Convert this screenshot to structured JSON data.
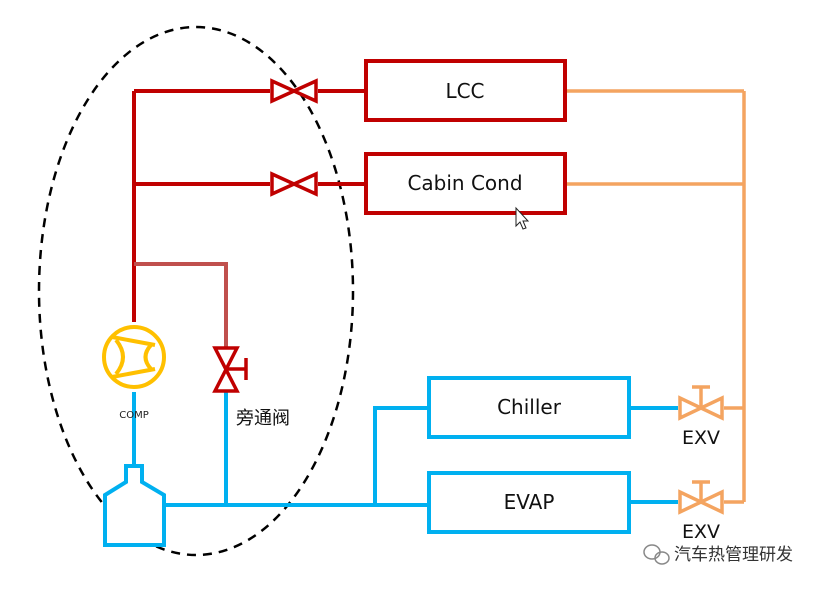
{
  "labels": {
    "lcc": "LCC",
    "cabin_cond": "Cabin Cond",
    "chiller": "Chiller",
    "evap": "EVAP",
    "comp": "COMP",
    "bypass_valve": "旁通阀",
    "exv_top": "EXV",
    "exv_bottom": "EXV",
    "watermark": "汽车热管理研发"
  },
  "icons": {
    "compressor": "compressor-icon",
    "accumulator": "accumulator-icon",
    "valve": "two-way-valve-icon",
    "bypass": "bypass-valve-icon",
    "exv": "expansion-valve-icon",
    "watermark": "wechat-icon",
    "cursor": "mouse-cursor-icon"
  },
  "colors": {
    "high_pressure": "#c00000",
    "bypass_line": "#c0504d",
    "low_pressure": "#00b0f0",
    "liquid_line": "#f4a460",
    "compressor": "#ffc000",
    "dashed_outline": "#000000"
  }
}
